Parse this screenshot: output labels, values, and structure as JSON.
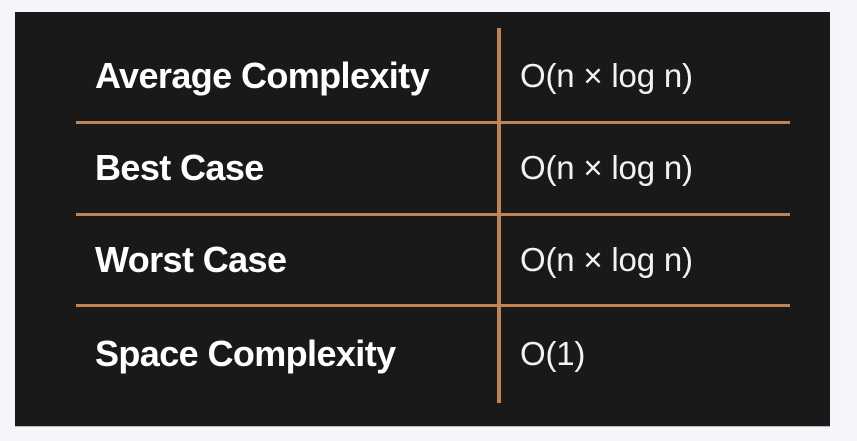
{
  "page": {
    "background_color": "#f5f6fa"
  },
  "card": {
    "background_color": "#19191a",
    "accent_color": "#c08457",
    "text_color": "#ffffff"
  },
  "table": {
    "rows": [
      {
        "label": "Average Complexity",
        "value": "O(n × log n)"
      },
      {
        "label": "Best Case",
        "value": "O(n × log n)"
      },
      {
        "label": "Worst Case",
        "value": "O(n × log n)"
      },
      {
        "label": "Space Complexity",
        "value": "O(1)"
      }
    ]
  }
}
